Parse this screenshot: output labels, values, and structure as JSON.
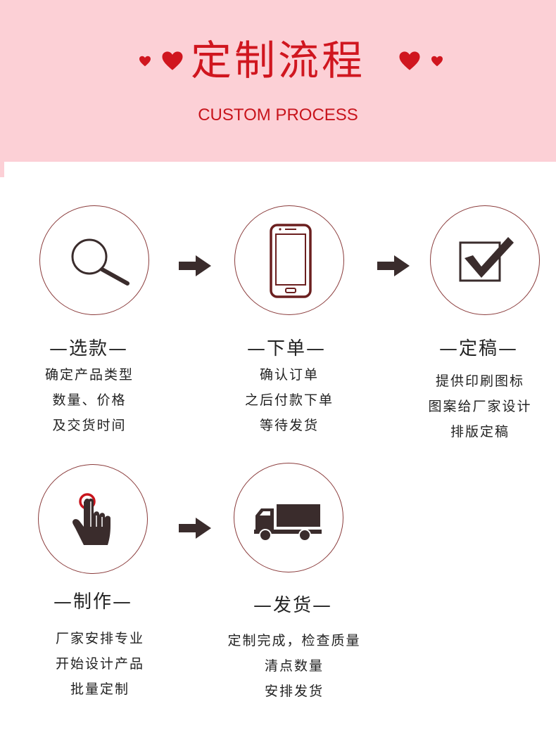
{
  "header": {
    "title": "定制流程",
    "subtitle": "CUSTOM PROCESS",
    "accent_color": "#d0161f",
    "background_color": "#fcd0d6"
  },
  "steps": [
    {
      "icon": "magnifier-icon",
      "title": "—选款—",
      "lines": [
        "确定产品类型",
        "数量、价格",
        "及交货时间"
      ]
    },
    {
      "icon": "smartphone-icon",
      "title": "—下单—",
      "lines": [
        "确认订单",
        "之后付款下单",
        "等待发货"
      ]
    },
    {
      "icon": "checkbox-icon",
      "title": "—定稿—",
      "lines": [
        "提供印刷图标",
        "图案给厂家设计",
        "排版定稿"
      ]
    },
    {
      "icon": "tap-hand-icon",
      "title": "—制作—",
      "lines": [
        "厂家安排专业",
        "开始设计产品",
        "批量定制"
      ]
    },
    {
      "icon": "truck-icon",
      "title": "—发货—",
      "lines": [
        "定制完成，检查质量",
        "清点数量",
        "安排发货"
      ]
    }
  ]
}
